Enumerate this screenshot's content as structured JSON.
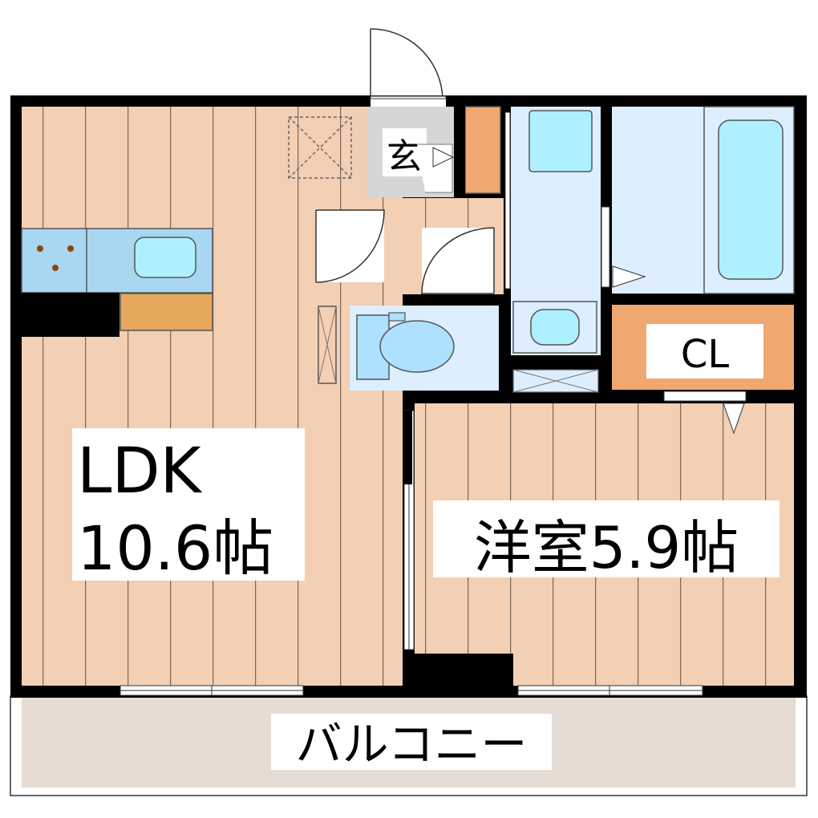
{
  "rooms": {
    "ldk": {
      "name": "LDK",
      "size": "10.6帖"
    },
    "western": {
      "label": "洋室5.9帖"
    },
    "entrance": {
      "label": "玄"
    },
    "closet": {
      "label": "CL"
    },
    "balcony": {
      "label": "バルコニー"
    }
  },
  "colors": {
    "wall": "#000000",
    "floor_wood": "#f3cfb3",
    "floor_line": "#7d6a5e",
    "wet_area": "#ddeeff",
    "fixture": "#aef0ff",
    "closet": "#f0a770",
    "counter": "#e6a85c",
    "entrance": "#d6d6d6",
    "balcony": "#e6dcd3"
  },
  "icons": [
    "stove-icon",
    "sink-icon",
    "toilet-icon",
    "bathtub-icon",
    "washbasin-icon",
    "washing-machine-icon",
    "shoe-cabinet-icon",
    "storage-x-icon"
  ]
}
